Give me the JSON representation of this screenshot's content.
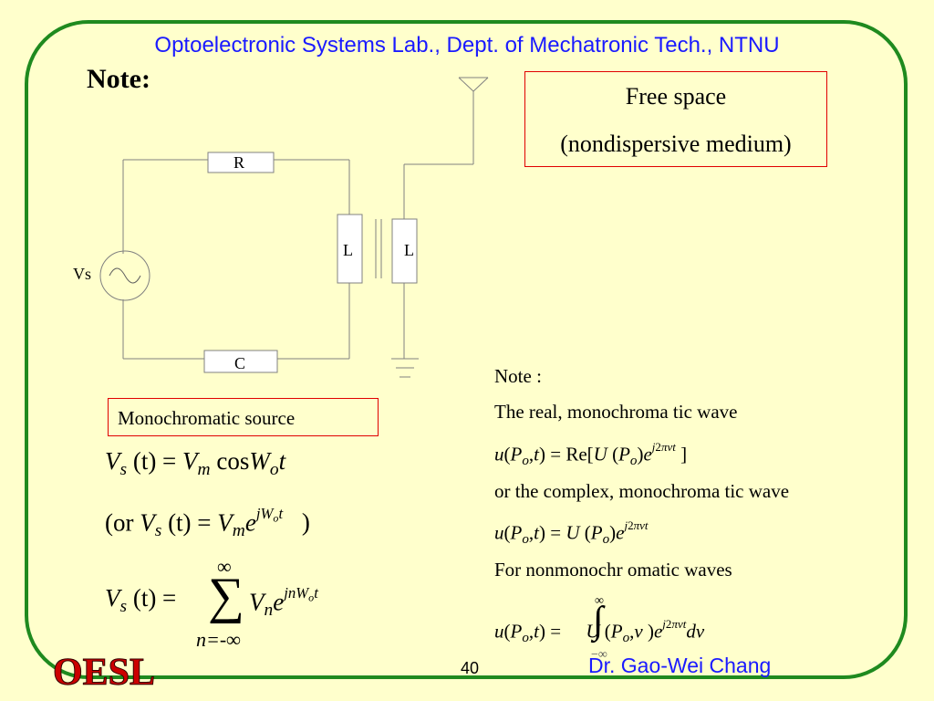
{
  "header": "Optoelectronic Systems Lab., Dept. of Mechatronic Tech., NTNU",
  "note_title": "Note:",
  "free_space": {
    "line1": "Free space",
    "line2": "(nondispersive medium)"
  },
  "circuit": {
    "r_label": "R",
    "l1_label": "L",
    "l2_label": "L",
    "c_label": "C",
    "source_label": "Vs"
  },
  "mono_source": "Monochromatic source",
  "eq_left": {
    "vs": "V",
    "s": "s",
    "t_arg": "(t) =",
    "vm": "V",
    "m": "m",
    "cos": "cos",
    "w": "W",
    "o": "o",
    "t": "t",
    "or": "(or",
    "eq2_tail": ")",
    "e": "e",
    "jwot": "jW",
    "nsum_top": "∞",
    "nsum_bot": "n=-∞",
    "n": "n",
    "jnwot": "jnW"
  },
  "eq_right": {
    "note": "Note :",
    "line1": "The  real,  monochroma  tic  wave",
    "line3": "or the complex,  monochroma tic  wave",
    "line5": "For nonmonochr omatic  waves"
  },
  "footer": {
    "page_number": "40",
    "author": "Dr. Gao-Wei Chang",
    "logo_text": "OESL"
  },
  "colors": {
    "background": "#ffffcc",
    "frame": "#1f8a1f",
    "header": "#1a1aff",
    "box_border": "#e00000"
  }
}
